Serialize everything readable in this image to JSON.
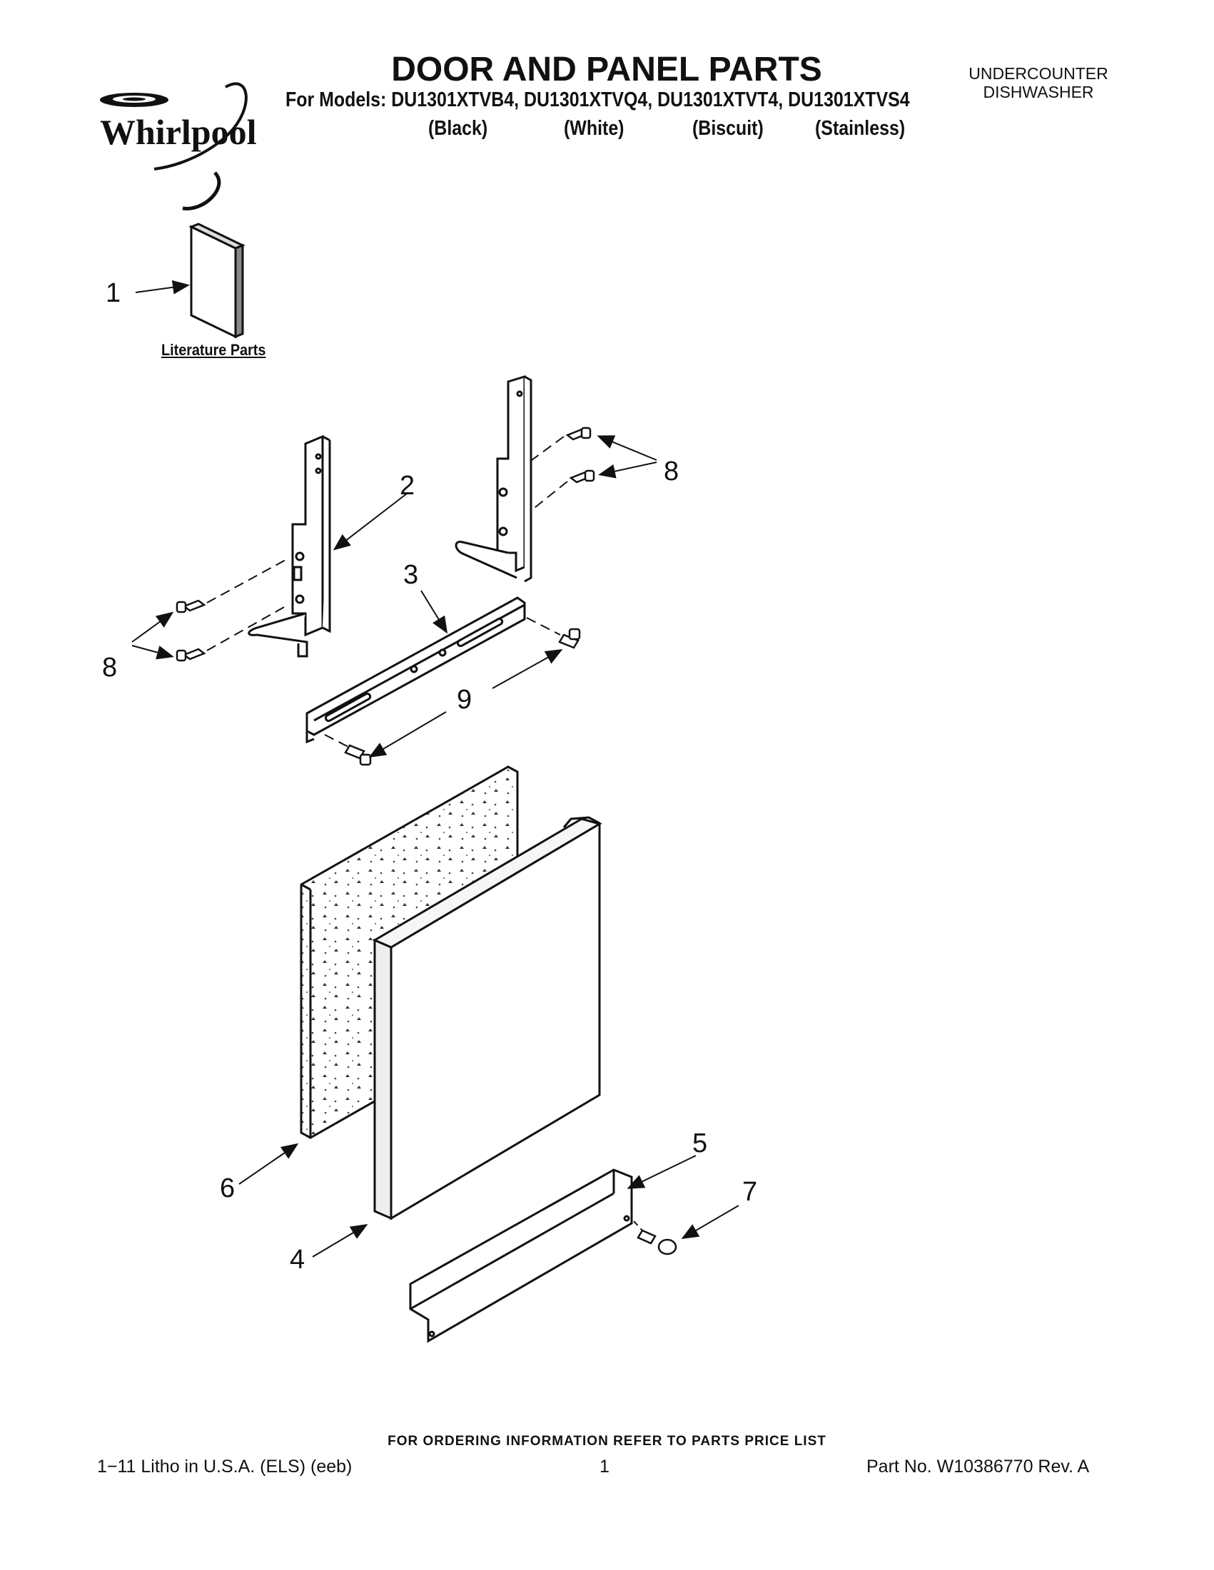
{
  "header": {
    "title": "DOOR AND PANEL PARTS",
    "models_line": "For Models: DU1301XTVB4, DU1301XTVQ4, DU1301XTVT4, DU1301XTVS4",
    "colors": [
      "(Black)",
      "(White)",
      "(Biscuit)",
      "(Stainless)"
    ],
    "category_line1": "UNDERCOUNTER",
    "category_line2": "DISHWASHER",
    "brand": "Whirlpool"
  },
  "diagram": {
    "literature_label": "Literature Parts",
    "callouts": {
      "c1": "1",
      "c2": "2",
      "c3": "3",
      "c4": "4",
      "c5": "5",
      "c6": "6",
      "c7": "7",
      "c8a": "8",
      "c8b": "8",
      "c9": "9"
    }
  },
  "footer": {
    "order_note": "FOR ORDERING INFORMATION REFER TO PARTS PRICE LIST",
    "litho": "1−11 Litho in U.S.A. (ELS) (eeb)",
    "page_number": "1",
    "part_number": "Part No. W10386770 Rev. A"
  }
}
